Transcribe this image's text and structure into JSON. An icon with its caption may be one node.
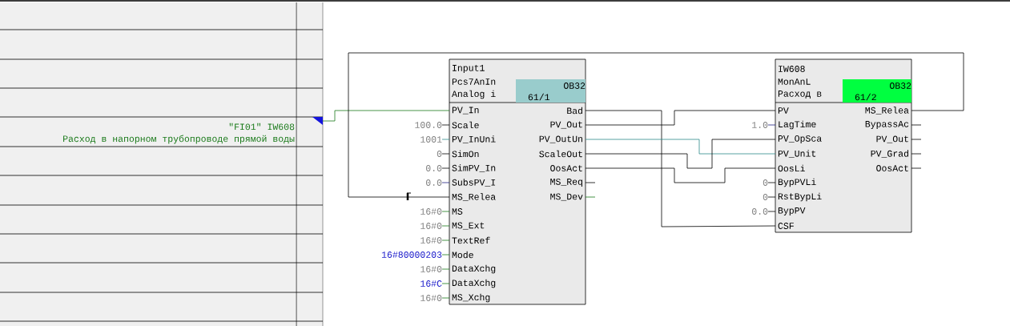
{
  "diagram": {
    "nodes": [
      {
        "text": [
          "\"FI01\" IW608",
          "Расход в напорном трубопроводе прямой воды"
        ]
      },
      {
        "text": [
          "Input1",
          "Pcs7AnIn",
          "Analog i"
        ]
      },
      {
        "text": [
          "OB32",
          "61/1"
        ],
        "in": 1
      },
      {
        "text": [
          "PV_In"
        ],
        "in": 1
      },
      {
        "text": [
          "Scale"
        ],
        "in": 1,
        "beside": [
          "100.0"
        ]
      },
      {
        "text": [
          "PV_InUni"
        ],
        "in": 1,
        "beside": [
          "1001"
        ]
      },
      {
        "text": [
          "SimOn"
        ],
        "in": 1,
        "beside": [
          "0"
        ]
      },
      {
        "text": [
          "SimPV_In"
        ],
        "in": 1,
        "beside": [
          "0.0"
        ]
      },
      {
        "text": [
          "SubsPV_I"
        ],
        "in": 1,
        "beside": [
          "0.0"
        ]
      },
      {
        "text": [
          "MS_Relea"
        ],
        "in": 1
      },
      {
        "text": [
          "MS"
        ],
        "in": 1,
        "beside": [
          "16#0"
        ]
      },
      {
        "text": [
          "MS_Ext"
        ],
        "in": 1,
        "beside": [
          "16#0"
        ]
      },
      {
        "text": [
          "TextRef"
        ],
        "in": 1,
        "beside": [
          "16#0"
        ]
      },
      {
        "text": [
          "Mode"
        ],
        "in": 1,
        "beside": [
          "16#80000203"
        ]
      },
      {
        "text": [
          "DataXchg"
        ],
        "in": 1,
        "beside": [
          "16#0"
        ]
      },
      {
        "text": [
          "DataXchg"
        ],
        "in": 1,
        "beside": [
          "16#C"
        ]
      },
      {
        "text": [
          "MS_Xchg"
        ],
        "in": 1,
        "beside": [
          "16#0"
        ]
      },
      {
        "text": [
          "Bad"
        ],
        "in": 1
      },
      {
        "text": [
          "PV_Out"
        ],
        "in": 1
      },
      {
        "text": [
          "PV_OutUn"
        ],
        "in": 1
      },
      {
        "text": [
          "ScaleOut"
        ],
        "in": 1
      },
      {
        "text": [
          "OosAct"
        ],
        "in": 1
      },
      {
        "text": [
          "MS_Req"
        ],
        "in": 1
      },
      {
        "text": [
          "MS_Dev"
        ],
        "in": 1
      },
      {
        "text": [
          "IW608",
          "MonAnL",
          "Расход в"
        ]
      },
      {
        "text": [
          "OB32",
          "61/2"
        ],
        "in": 24
      },
      {
        "text": [
          "PV"
        ],
        "in": 24
      },
      {
        "text": [
          "LagTime"
        ],
        "in": 24,
        "beside": [
          "1.0"
        ]
      },
      {
        "text": [
          "PV_OpSca"
        ],
        "in": 24
      },
      {
        "text": [
          "PV_Unit"
        ],
        "in": 24
      },
      {
        "text": [
          "OosLi"
        ],
        "in": 24
      },
      {
        "text": [
          "BypPVLi"
        ],
        "in": 24,
        "beside": [
          "0"
        ]
      },
      {
        "text": [
          "RstBypLi"
        ],
        "in": 24,
        "beside": [
          "0"
        ]
      },
      {
        "text": [
          "BypPV"
        ],
        "in": 24,
        "beside": [
          "0.0"
        ]
      },
      {
        "text": [
          "CSF"
        ],
        "in": 24
      },
      {
        "text": [
          "MS_Relea"
        ],
        "in": 24
      },
      {
        "text": [
          "BypassAc"
        ],
        "in": 24
      },
      {
        "text": [
          "PV_Out"
        ],
        "in": 24
      },
      {
        "text": [
          "PV_Grad"
        ],
        "in": 24
      },
      {
        "text": [
          "OosAct"
        ],
        "in": 24
      }
    ],
    "edges": [
      {
        "from": 0,
        "to": 3,
        "arrow": "none",
        "color": "#1a7a1a"
      },
      {
        "from": 17,
        "to": 34,
        "arrow": "none"
      },
      {
        "from": 18,
        "to": 26,
        "arrow": "none"
      },
      {
        "from": 19,
        "to": 29,
        "arrow": "none",
        "color": "#2e8b8b"
      },
      {
        "from": 20,
        "to": 28,
        "arrow": "none"
      },
      {
        "from": 21,
        "to": 30,
        "arrow": "none"
      },
      {
        "from": 35,
        "to": 9,
        "arrow": "none"
      }
    ]
  }
}
